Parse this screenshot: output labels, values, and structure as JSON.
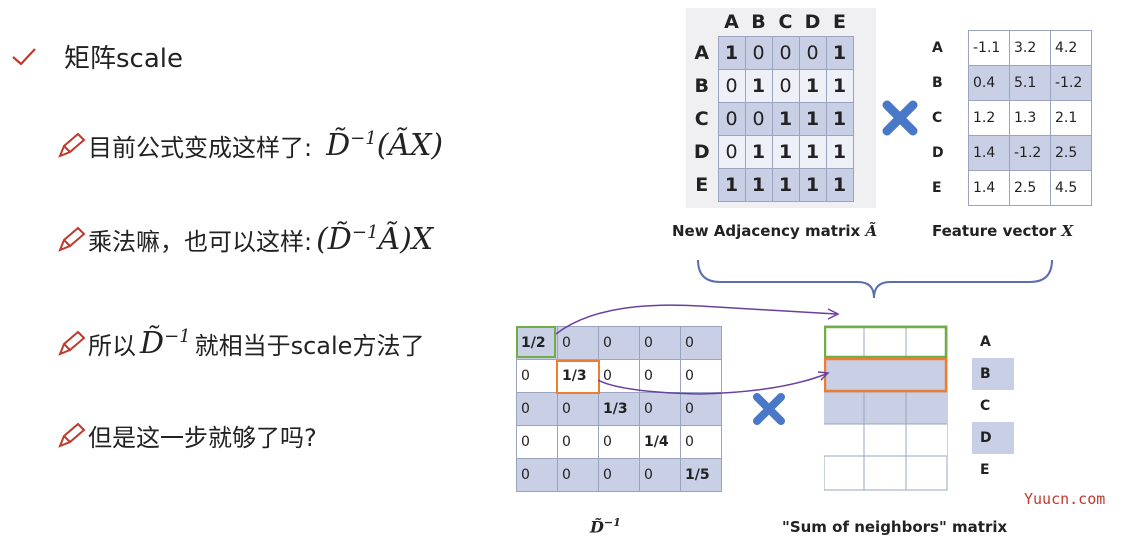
{
  "title": "矩阵scale",
  "bullets": [
    {
      "text": "目前公式变成这样了:"
    },
    {
      "text": "乘法嘛，也可以这样:"
    },
    {
      "text_before": "所以",
      "text_after": "就相当于scale方法了"
    },
    {
      "text": "但是这一步就够了吗?"
    }
  ],
  "adjacency": {
    "col_headers": [
      "A",
      "B",
      "C",
      "D",
      "E"
    ],
    "row_headers": [
      "A",
      "B",
      "C",
      "D",
      "E"
    ],
    "rows": [
      [
        "1",
        "0",
        "0",
        "0",
        "1"
      ],
      [
        "0",
        "1",
        "0",
        "1",
        "1"
      ],
      [
        "0",
        "0",
        "1",
        "1",
        "1"
      ],
      [
        "0",
        "1",
        "1",
        "1",
        "1"
      ],
      [
        "1",
        "1",
        "1",
        "1",
        "1"
      ]
    ],
    "caption": "New Adjacency matrix"
  },
  "feature": {
    "row_headers": [
      "A",
      "B",
      "C",
      "D",
      "E"
    ],
    "rows": [
      [
        "-1.1",
        "3.2",
        "4.2"
      ],
      [
        "0.4",
        "5.1",
        "-1.2"
      ],
      [
        "1.2",
        "1.3",
        "2.1"
      ],
      [
        "1.4",
        "-1.2",
        "2.5"
      ],
      [
        "1.4",
        "2.5",
        "4.5"
      ]
    ],
    "caption": "Feature vector"
  },
  "dinv": {
    "rows": [
      [
        "1/2",
        "0",
        "0",
        "0",
        "0"
      ],
      [
        "0",
        "1/3",
        "0",
        "0",
        "0"
      ],
      [
        "0",
        "0",
        "1/3",
        "0",
        "0"
      ],
      [
        "0",
        "0",
        "0",
        "1/4",
        "0"
      ],
      [
        "0",
        "0",
        "0",
        "0",
        "1/5"
      ]
    ]
  },
  "sum_matrix": {
    "row_labels": [
      "A",
      "B",
      "C",
      "D",
      "E"
    ],
    "caption": "\"Sum of neighbors\" matrix"
  },
  "watermark": "Yuucn.com",
  "colors": {
    "green": "#70ad47",
    "orange": "#ed7d31",
    "purple": "#6a3fa0",
    "blue_x": "#4a78c8",
    "check": "#c0392b"
  }
}
